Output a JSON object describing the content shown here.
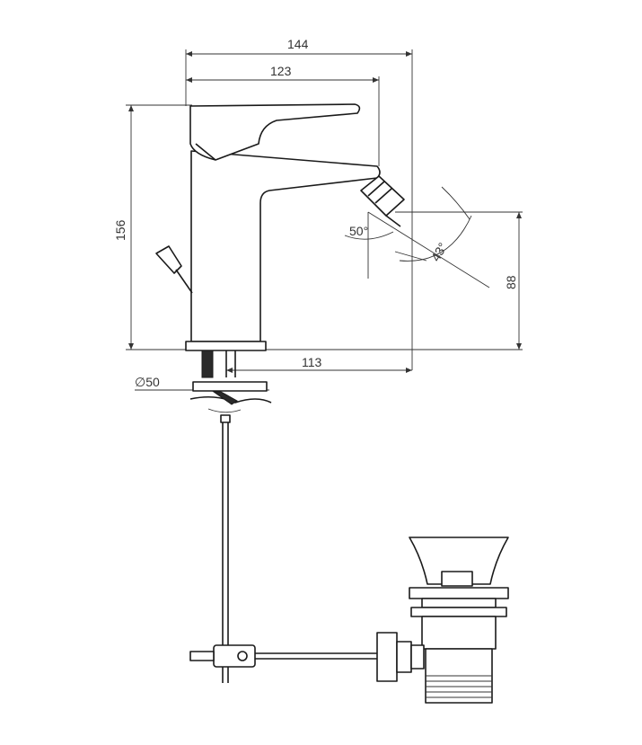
{
  "dimensions": {
    "overall_width": "144",
    "spout_reach": "123",
    "height": "156",
    "outlet_height": "88",
    "base_to_outlet": "113",
    "base_diameter": "∅50",
    "angle_vertical": "50°",
    "angle_nozzle": "43°"
  },
  "colors": {
    "line": "#1a1a1a",
    "dimension": "#333333",
    "background": "#ffffff"
  }
}
